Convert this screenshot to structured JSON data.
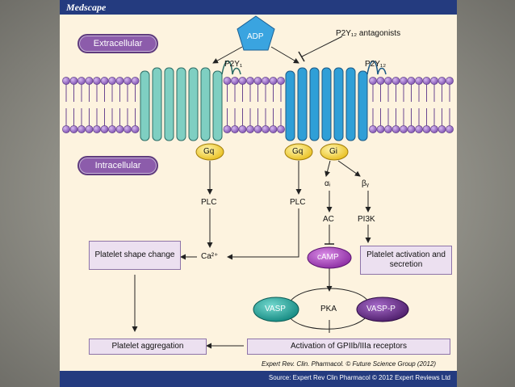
{
  "header": {
    "brand": "Medscape"
  },
  "labels": {
    "extracellular": "Extracellular",
    "intracellular": "Intracellular",
    "adp": "ADP",
    "p2y12_antagonists": "P2Y₁₂ antagonists",
    "p2y1": "P2Y₁",
    "p2y12": "P2Y₁₂",
    "gq_left": "Gq",
    "gq_right": "Gq",
    "gi": "Gi",
    "alpha_i": "αᵢ",
    "beta_gamma": "βᵧ",
    "plc_left": "PLC",
    "plc_right": "PLC",
    "ac": "AC",
    "pi3k": "PI3K",
    "calcium": "Ca²⁺",
    "camp": "cAMP",
    "vasp": "VASP",
    "pka": "PKA",
    "vasp_p": "VASP-P"
  },
  "boxes": {
    "shape_change": "Platelet shape change",
    "activation_secretion": "Platelet activation and secretion",
    "aggregation": "Platelet aggregation",
    "gpiib": "Activation of GPIIb/IIIa receptors"
  },
  "citation": "Expert Rev. Clin. Pharmacol. © Future Science Group (2012)",
  "footer": {
    "source": "Source: Expert Rev Clin Pharmacol © 2012 Expert Reviews Ltd"
  },
  "colors": {
    "membrane": "#9b6fc4",
    "p2y1_receptor": "#7fcfc2",
    "p2y12_receptor": "#2f9fd7",
    "g_protein": "#f4d23a",
    "camp": "#9b35b0",
    "vasp": "#1fa49a",
    "vasp_p": "#6a2d8c",
    "adp": "#3aa4e0"
  }
}
